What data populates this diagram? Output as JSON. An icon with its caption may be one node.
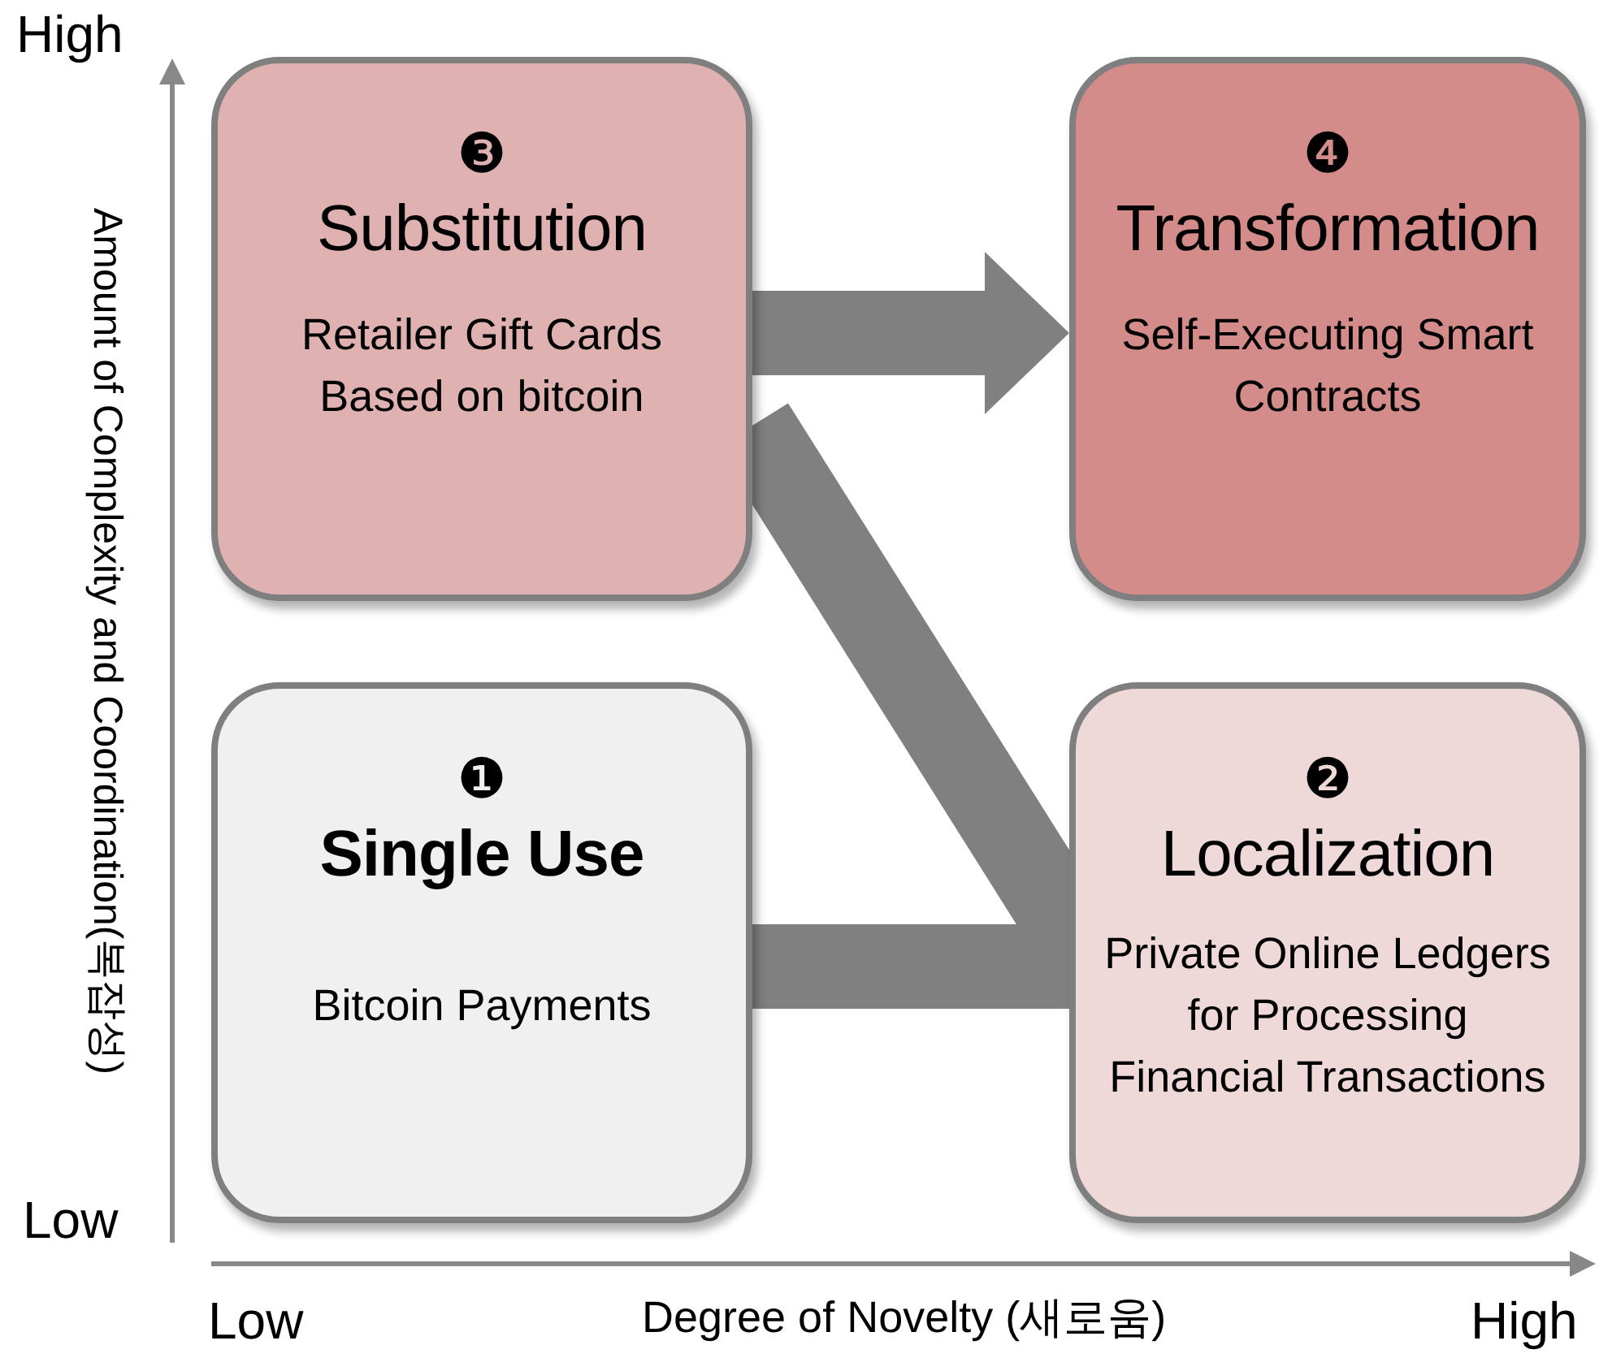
{
  "diagram": {
    "nodes": [
      {
        "text": [
          "❸",
          "Substitution",
          "Retailer Gift Cards Based on bitcoin"
        ]
      },
      {
        "text": [
          "❹",
          "Transformation",
          "Self-Executing Smart Contracts"
        ]
      },
      {
        "text": [
          "❶",
          "Single Use",
          "Bitcoin Payments"
        ]
      },
      {
        "text": [
          "❷",
          "Localization",
          "Private Online Ledgers for Processing Financial Transactions"
        ]
      }
    ],
    "edges": [
      {
        "from": 2,
        "to": 3,
        "arrow": "none",
        "style": "thick"
      },
      {
        "from": 3,
        "to": 0,
        "arrow": "none",
        "style": "thick"
      },
      {
        "from": 0,
        "to": 1,
        "arrow": "to",
        "style": "thick"
      }
    ],
    "labels": [
      "High",
      "Amount of Complexity and Coordination(복잡성)",
      "Low",
      "Low",
      "Degree of Novelty (새로움)",
      "High"
    ]
  }
}
